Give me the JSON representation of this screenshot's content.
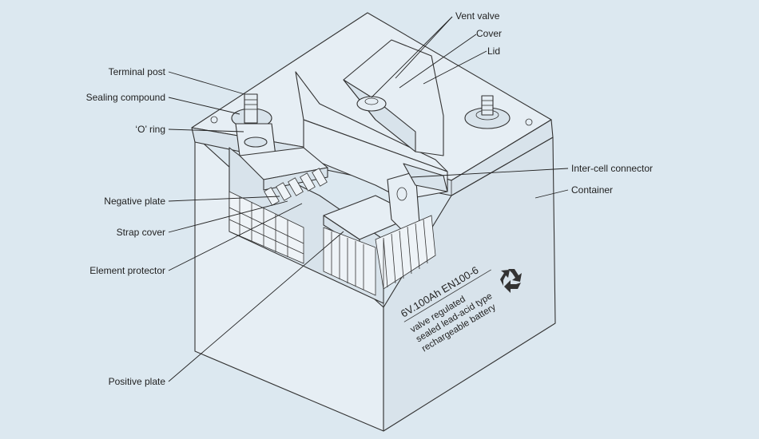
{
  "labels": {
    "vent_valve": "Vent valve",
    "cover": "Cover",
    "lid": "Lid",
    "terminal_post": "Terminal post",
    "sealing_compound": "Sealing compound",
    "o_ring": "‘O’ ring",
    "inter_cell_connector": "Inter-cell connector",
    "container": "Container",
    "negative_plate": "Negative plate",
    "strap_cover": "Strap cover",
    "element_protector": "Element protector",
    "positive_plate": "Positive plate"
  },
  "battery_print": {
    "model": "6V.100Ah EN100-6",
    "line1": "valve regulated",
    "line2": "sealed lead-acid type",
    "line3": "rechargeable battery"
  },
  "icons": [
    "recycle-icon"
  ],
  "colors": {
    "background": "#dce8f0",
    "line": "#222222"
  }
}
